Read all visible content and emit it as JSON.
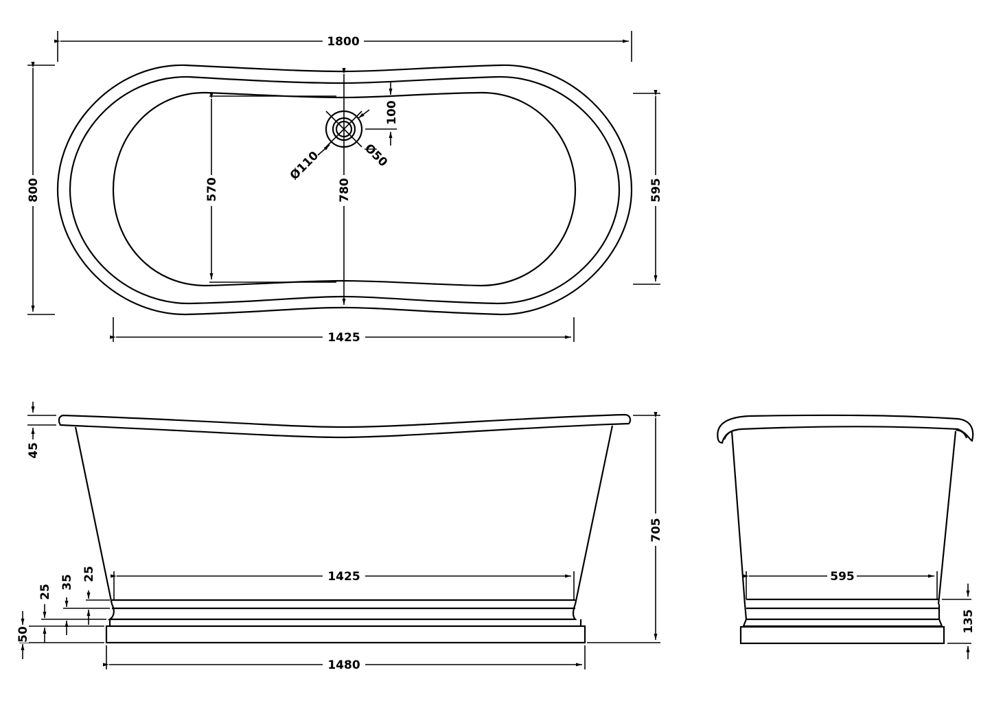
{
  "drawing": {
    "views": {
      "plan": {
        "overall_length": "1800",
        "overall_width": "800",
        "inner_length_base": "1425",
        "inner_width_end": "570",
        "inner_width_center": "780",
        "end_width": "595",
        "waste_offset": "100",
        "waste_outer_diameter": "Ø110",
        "waste_inner_diameter": "Ø50"
      },
      "side": {
        "rim_thickness": "45",
        "plinth_step_1": "25",
        "plinth_step_2": "35",
        "plinth_step_3": "25",
        "plinth_base": "50",
        "base_top_width": "1425",
        "base_bottom_width": "1480",
        "overall_height": "705"
      },
      "end": {
        "base_width": "595",
        "plinth_height": "135"
      }
    },
    "colors": {
      "line": "#000000",
      "background": "#ffffff"
    }
  }
}
